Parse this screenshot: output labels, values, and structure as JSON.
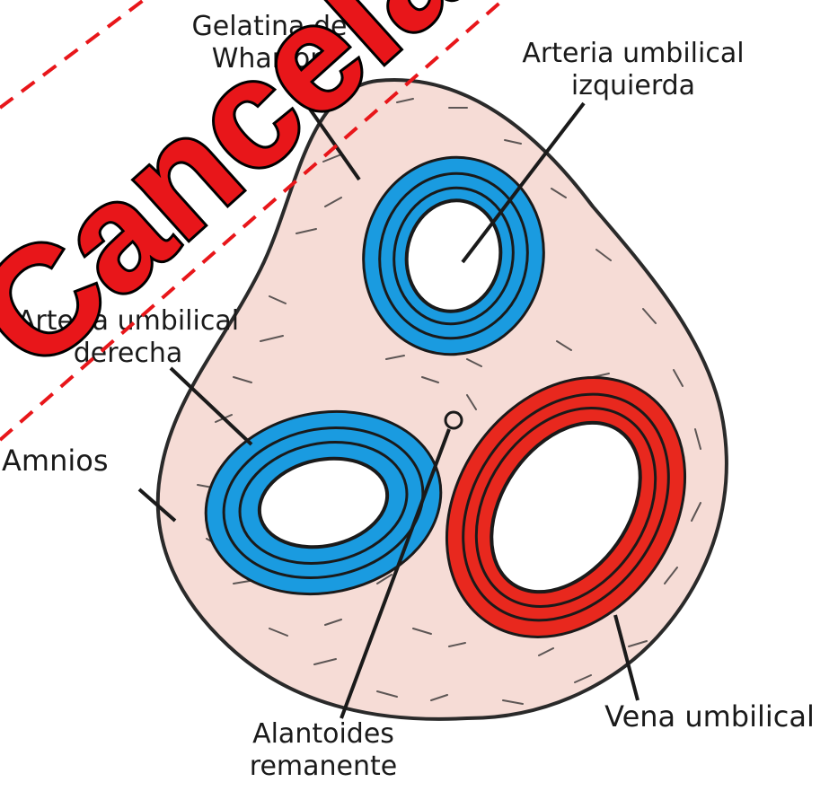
{
  "diagram": {
    "labels": {
      "arteria_izquierda": [
        "Arteria umbilical",
        "izquierda"
      ],
      "arteria_derecha": [
        "Arteria umbilical",
        "derecha"
      ],
      "amnios": "Amnios",
      "vena": "Vena umbilical",
      "alantoides": [
        "Alantoides",
        "remanente"
      ],
      "gelatina": [
        "Gelatina de",
        "Wharton"
      ]
    },
    "colors": {
      "tissue": "#f6dcd6",
      "artery": "#1a9be0",
      "vein": "#e8281e",
      "ink": "#1a1a1a"
    }
  },
  "stamp": {
    "text": "Cancelado",
    "color": "#e8161a"
  }
}
